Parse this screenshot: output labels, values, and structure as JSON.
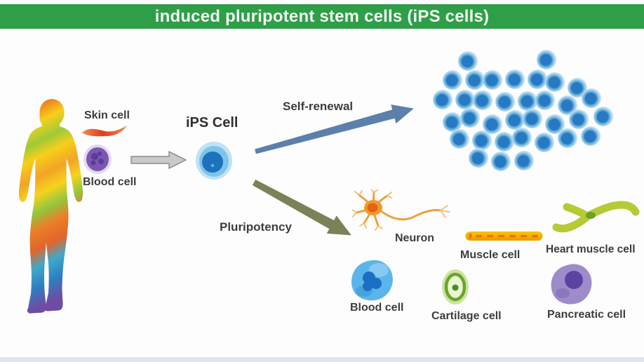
{
  "header": {
    "title": "induced pluripotent stem cells (iPS cells)",
    "bg_color": "#2f9e48"
  },
  "left_panel": {
    "skin_cell_label": "Skin cell",
    "blood_cell_label": "Blood cell"
  },
  "ips": {
    "label": "iPS Cell"
  },
  "arrows": {
    "self_renewal_label": "Self-renewal",
    "pluripotency_label": "Pluripotency",
    "self_renewal_color": "#5b80ab",
    "pluripotency_color": "#7c8157",
    "reprogramming_color": "#c9c9c9"
  },
  "colony": {
    "cell_count": 35,
    "outer_color": "#bfe3f4",
    "inner_color": "#2679c2"
  },
  "differentiated": [
    {
      "label": "Neuron"
    },
    {
      "label": "Muscle cell"
    },
    {
      "label": "Heart muscle cell"
    },
    {
      "label": "Blood cell"
    },
    {
      "label": "Cartilage cell"
    },
    {
      "label": "Pancreatic cell"
    }
  ]
}
